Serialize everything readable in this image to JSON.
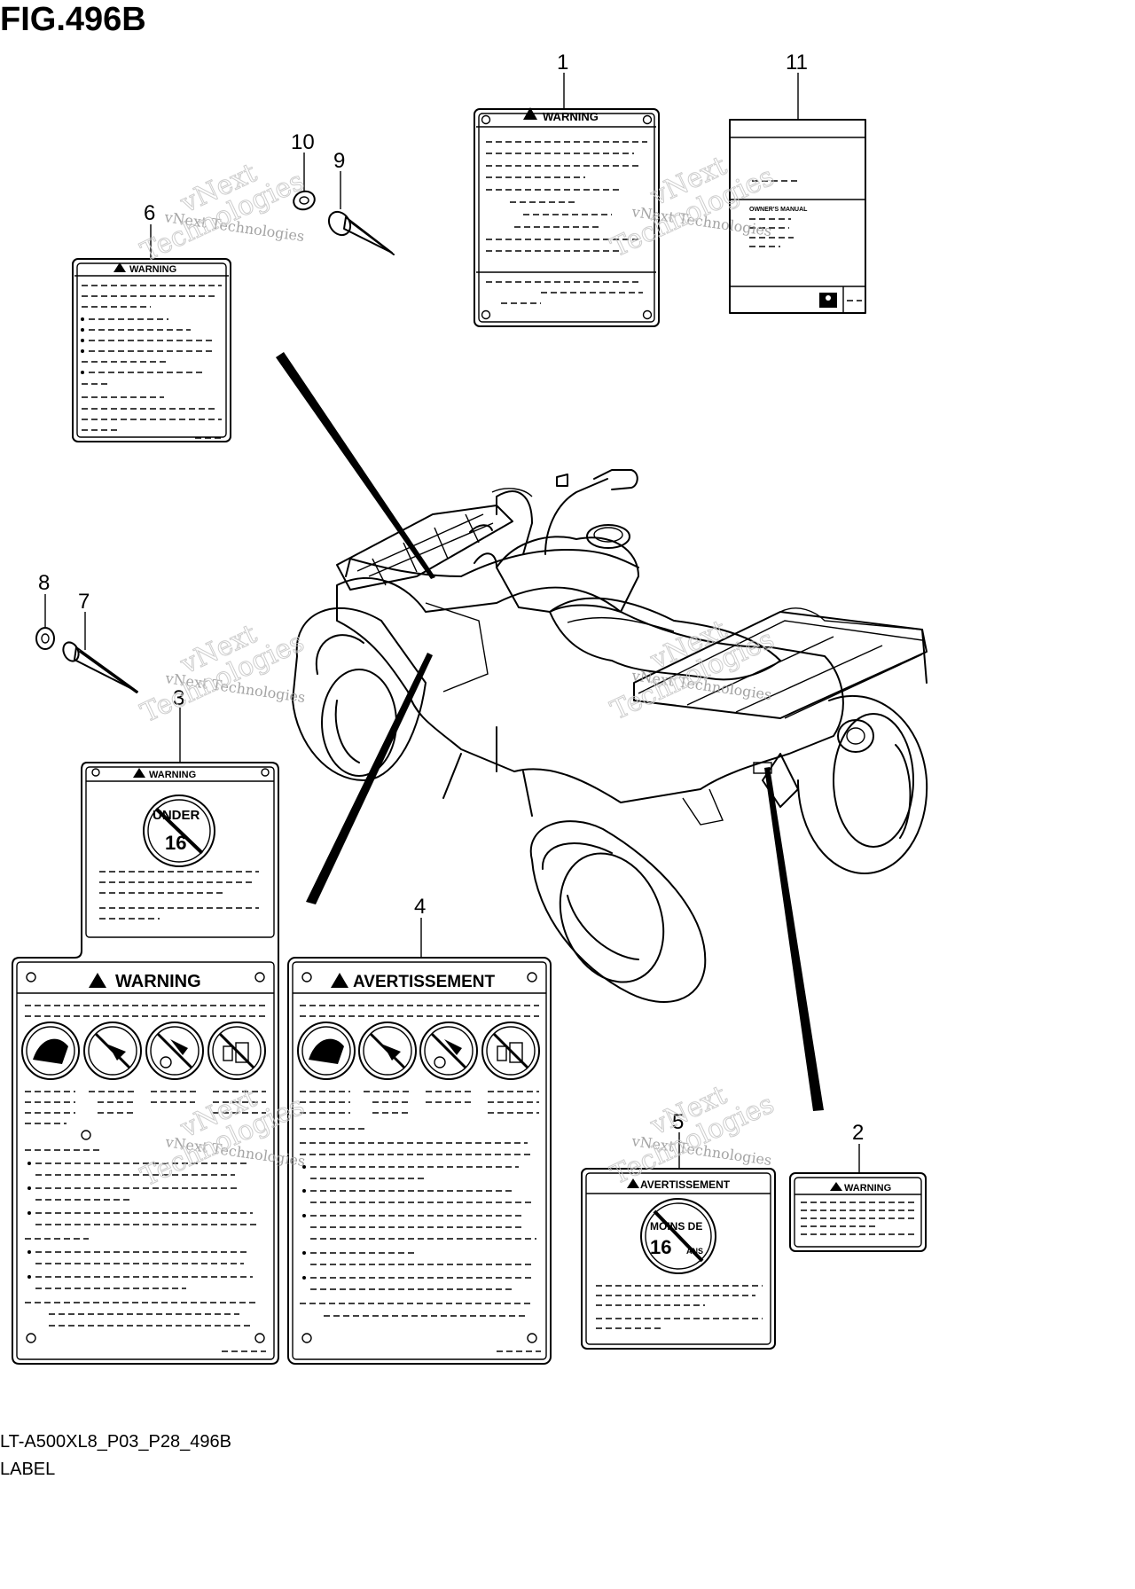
{
  "figure": {
    "title": "FIG.496B",
    "code": "LT-A500XL8_P03_P28_496B",
    "caption": "LABEL"
  },
  "callouts": {
    "c1": "1",
    "c2": "2",
    "c3": "3",
    "c4": "4",
    "c5": "5",
    "c6": "6",
    "c7": "7",
    "c8": "8",
    "c9": "9",
    "c10": "10",
    "c11": "11"
  },
  "labels": {
    "warning": "WARNING",
    "avertissement": "AVERTISSEMENT",
    "under": "UNDER",
    "age16": "16",
    "moins_de": "MOINS DE",
    "ans": "ANS",
    "owners_manual": "OWNER'S MANUAL"
  },
  "watermark": {
    "line1": "vNext Technologies",
    "line2": "vNext",
    "line3": "Technologies"
  }
}
